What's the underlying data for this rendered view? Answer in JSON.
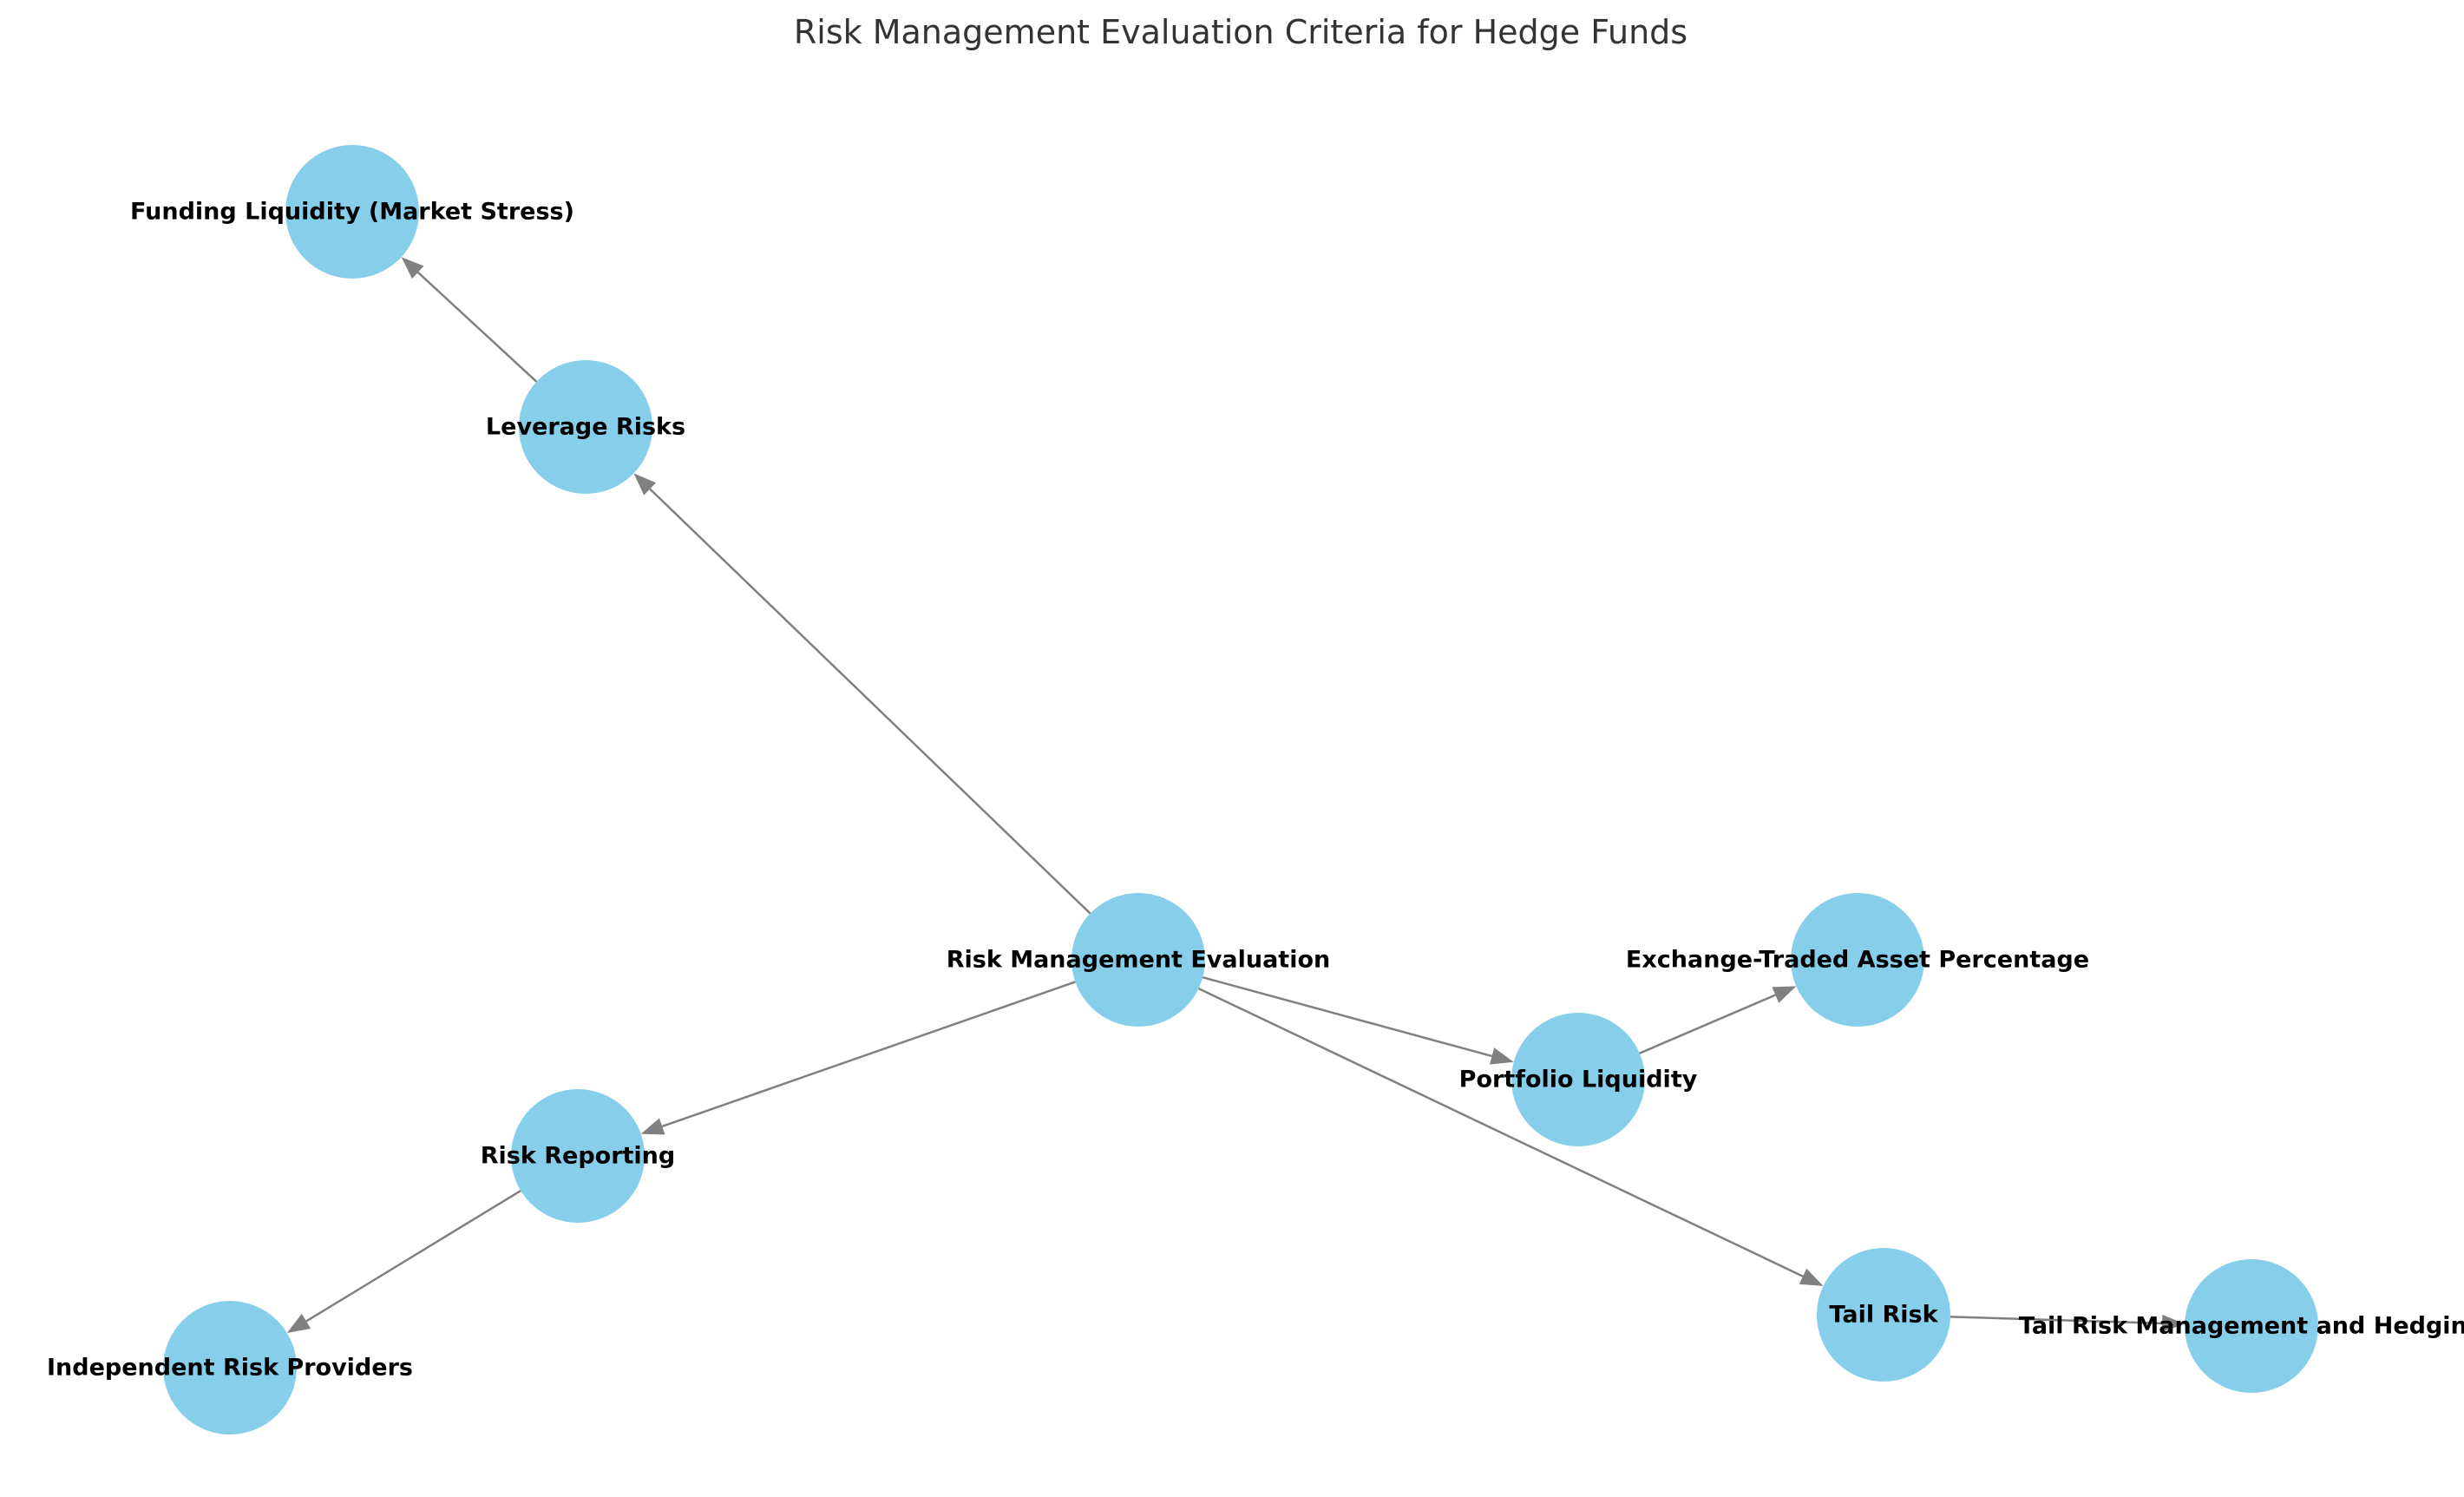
{
  "title": "Risk Management Evaluation Criteria for Hedge Funds",
  "colors": {
    "node_fill": "#87CEEB",
    "edge": "#808080",
    "label": "#000000",
    "title": "#333333",
    "background": "#ffffff"
  },
  "nodes": [
    {
      "id": "rme",
      "label": "Risk Management Evaluation"
    },
    {
      "id": "lev",
      "label": "Leverage Risks"
    },
    {
      "id": "fund",
      "label": "Funding Liquidity (Market Stress)"
    },
    {
      "id": "port",
      "label": "Portfolio Liquidity"
    },
    {
      "id": "exch",
      "label": "Exchange-Traded Asset Percentage"
    },
    {
      "id": "rep",
      "label": "Risk Reporting"
    },
    {
      "id": "ind",
      "label": "Independent Risk Providers"
    },
    {
      "id": "tail",
      "label": "Tail Risk"
    },
    {
      "id": "tailh",
      "label": "Tail Risk Management and Hedging"
    }
  ],
  "edges": [
    {
      "from": "rme",
      "to": "lev"
    },
    {
      "from": "lev",
      "to": "fund"
    },
    {
      "from": "rme",
      "to": "port"
    },
    {
      "from": "port",
      "to": "exch"
    },
    {
      "from": "rme",
      "to": "rep"
    },
    {
      "from": "rep",
      "to": "ind"
    },
    {
      "from": "rme",
      "to": "tail"
    },
    {
      "from": "tail",
      "to": "tailh"
    }
  ]
}
